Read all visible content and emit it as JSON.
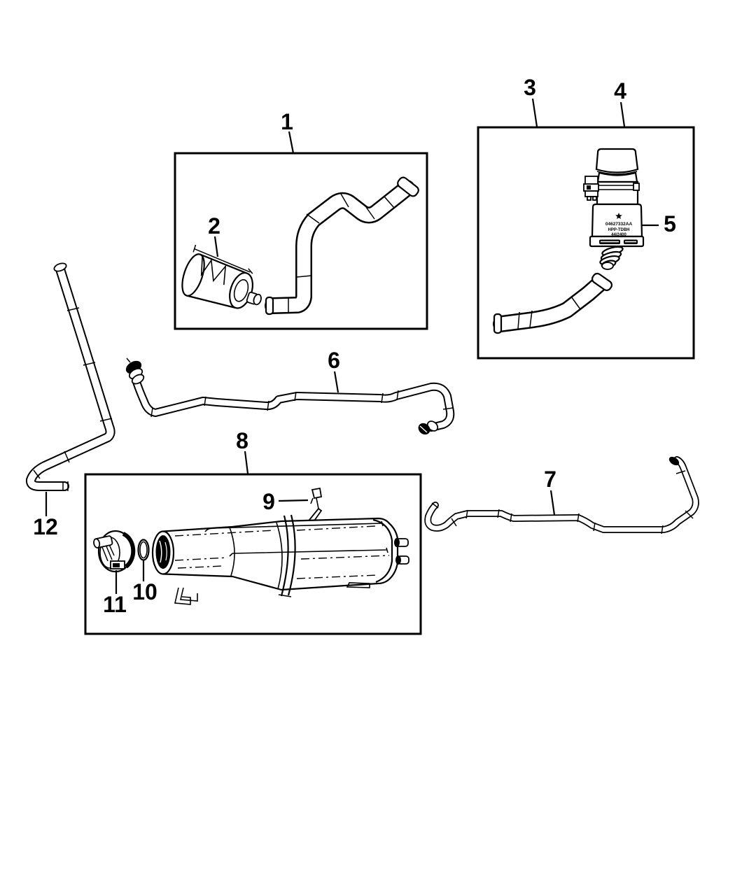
{
  "diagram": {
    "kind": "parts-diagram",
    "background_color": "#ffffff",
    "line_color": "#000000"
  },
  "callouts": [
    {
      "label": "1"
    },
    {
      "label": "2"
    },
    {
      "label": "3"
    },
    {
      "label": "4"
    },
    {
      "label": "5"
    },
    {
      "label": "6"
    },
    {
      "label": "7"
    },
    {
      "label": "8"
    },
    {
      "label": "9"
    },
    {
      "label": "10"
    },
    {
      "label": "11"
    },
    {
      "label": "12"
    }
  ],
  "pump_label": {
    "logo": "pentastar-logo",
    "line1": "04627332AA",
    "line2": "HPP-TDBH",
    "line3": "44/2400"
  }
}
